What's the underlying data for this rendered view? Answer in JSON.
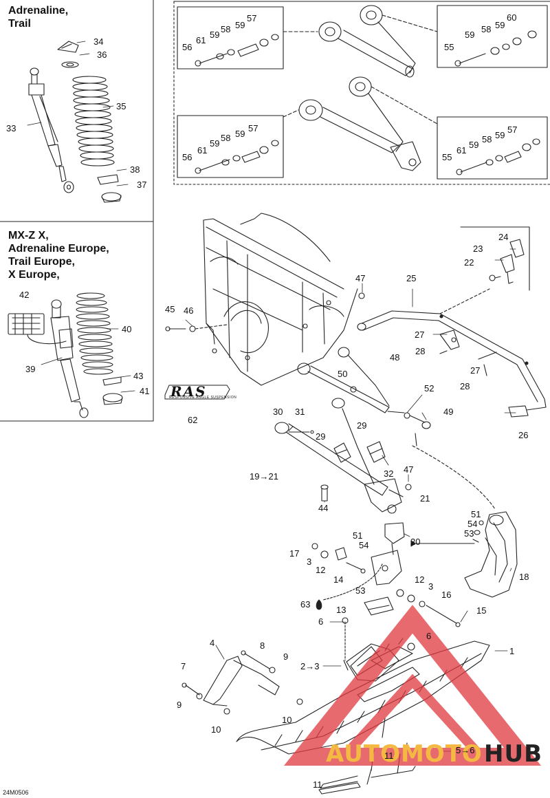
{
  "titles": {
    "adrenaline_trail": "Adrenaline,\nTrail",
    "mxzx_group": "MX-Z X,\nAdrenaline Europe,\nTrail Europe,\nX Europe,"
  },
  "figure_code": "24M0506",
  "logo": {
    "main": "RAS",
    "sub": "RESPONSIVE ANGLE SUSPENSION"
  },
  "watermark": {
    "part1": "AUTOMOTO",
    "part2": "HUB",
    "color1": "#f4b942",
    "color2": "#222222",
    "triangle_color": "#e0393e"
  },
  "callouts": {
    "c34": "34",
    "c36": "36",
    "c35": "35",
    "c33": "33",
    "c38": "38",
    "c37": "37",
    "c42": "42",
    "c40": "40",
    "c39": "39",
    "c43": "43",
    "c41": "41",
    "c62": "62",
    "c57a": "57",
    "c59a": "59",
    "c58a": "58",
    "c59b": "59",
    "c61a": "61",
    "c56a": "56",
    "c60": "60",
    "c59c": "59",
    "c58b": "58",
    "c59d": "59",
    "c55a": "55",
    "c57b": "57",
    "c59e": "59",
    "c58c": "58",
    "c59f": "59",
    "c61b": "61",
    "c56b": "56",
    "c57c": "57",
    "c59g": "59",
    "c58d": "58",
    "c59h": "59",
    "c61c": "61",
    "c55b": "55",
    "c24": "24",
    "c23": "23",
    "c22": "22",
    "c47a": "47",
    "c25": "25",
    "c45": "45",
    "c46": "46",
    "c27a": "27",
    "c28a": "28",
    "c27b": "27",
    "c28b": "28",
    "c48": "48",
    "c50": "50",
    "c52": "52",
    "c26": "26",
    "c30": "30",
    "c31": "31",
    "c49": "49",
    "c29a": "29",
    "c29b": "29",
    "c32": "32",
    "c19": "19→21",
    "c47b": "47",
    "c21": "21",
    "c44": "44",
    "c51a": "51",
    "c54a": "54",
    "c53a": "53",
    "c20": "20",
    "c17": "17",
    "c3a": "3",
    "c12a": "12",
    "c14": "14",
    "c51b": "51",
    "c54b": "54",
    "c18": "18",
    "c53b": "53",
    "c12b": "12",
    "c3b": "3",
    "c16": "16",
    "c63": "63",
    "c13": "13",
    "c15": "15",
    "c6a": "6",
    "c6b": "6",
    "c1": "1",
    "c4": "4",
    "c8": "8",
    "c9a": "9",
    "c2": "2→3",
    "c7": "7",
    "c9b": "9",
    "c10a": "10",
    "c10b": "10",
    "c11a": "11",
    "c56": "5→6",
    "c11b": "11"
  }
}
